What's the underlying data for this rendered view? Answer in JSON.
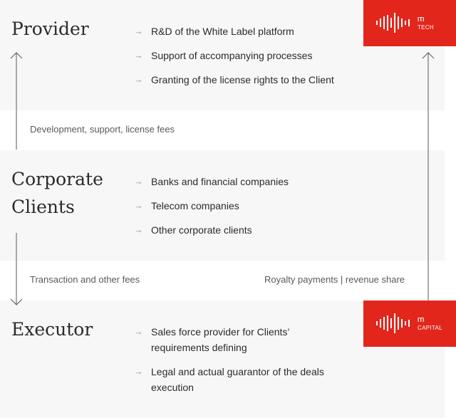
{
  "provider": {
    "title": "Provider",
    "items": [
      "R&D of the White Label platform",
      "Support of accompanying processes",
      "Granting of the license rights to the Client"
    ]
  },
  "clients": {
    "title_line1": "Corporate",
    "title_line2": "Clients",
    "items": [
      "Banks and financial companies",
      "Telecom companies",
      "Other corporate clients"
    ]
  },
  "executor": {
    "title": "Executor",
    "items": [
      "Sales force provider for Clients’ requirements defining",
      "Legal and actual guarantor of the deals execution"
    ]
  },
  "flows": {
    "dev_fees": "Development, support, license fees",
    "transaction_fees": "Transaction and other fees",
    "royalty": "Royalty payments | revenue share"
  },
  "logos": {
    "tech": {
      "name": "ITI",
      "sub": "TECH"
    },
    "capital": {
      "name": "ITI",
      "sub": "CAPITAL"
    }
  },
  "arrow_glyph": "→",
  "colors": {
    "brand_red": "#e3261c",
    "band": "#f7f7f7",
    "text": "#2b2b2b",
    "arrow": "#9a9a9a"
  }
}
